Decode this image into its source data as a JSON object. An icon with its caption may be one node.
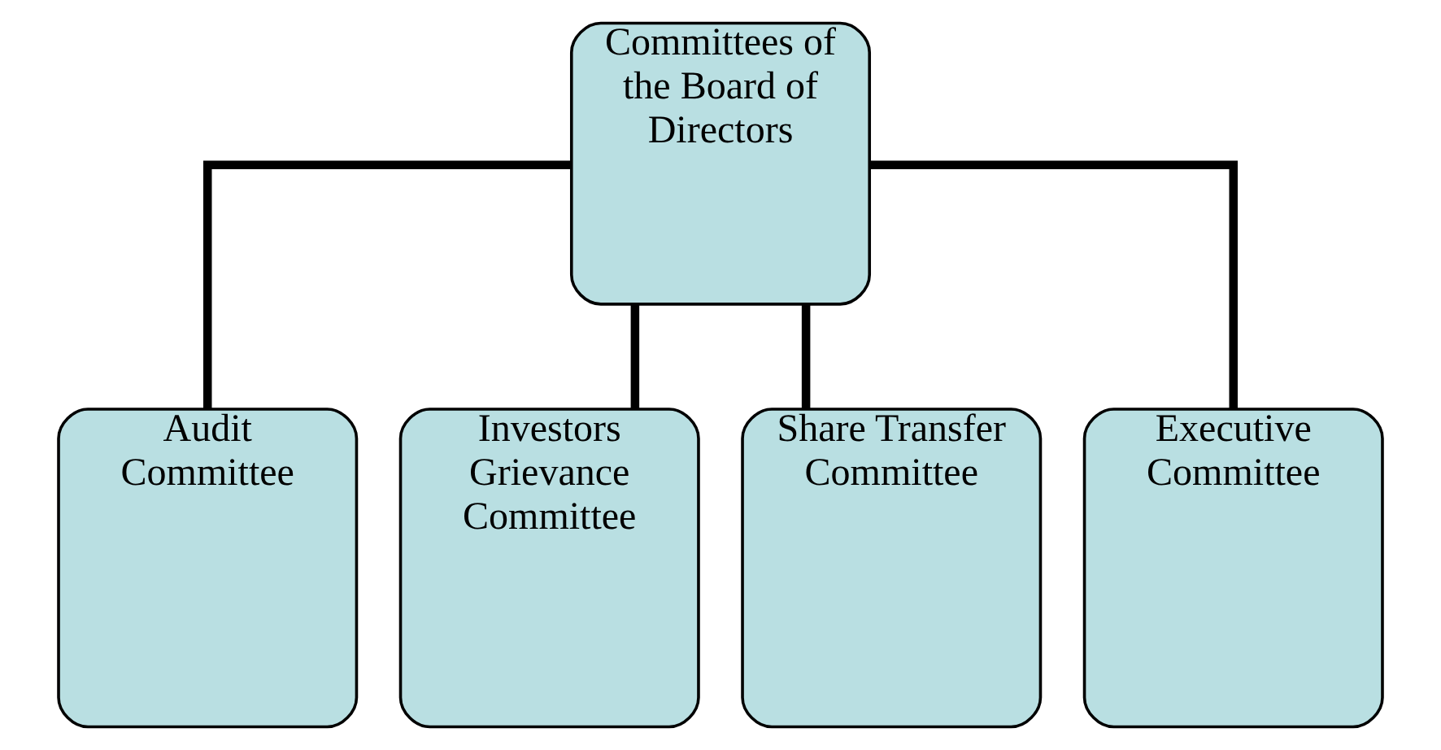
{
  "diagram": {
    "nodes": [
      {
        "text": [
          "Committees of the Board of Directors"
        ]
      },
      {
        "text": [
          "Audit Committee"
        ]
      },
      {
        "text": [
          "Investors Grievance Committee"
        ]
      },
      {
        "text": [
          "Share Transfer Committee"
        ]
      },
      {
        "text": [
          "Executive Committee"
        ]
      }
    ],
    "edges": [
      {
        "from": 0,
        "to": 1,
        "arrow": "none"
      },
      {
        "from": 0,
        "to": 2,
        "arrow": "none"
      },
      {
        "from": 0,
        "to": 3,
        "arrow": "none"
      },
      {
        "from": 0,
        "to": 4,
        "arrow": "none"
      }
    ]
  }
}
